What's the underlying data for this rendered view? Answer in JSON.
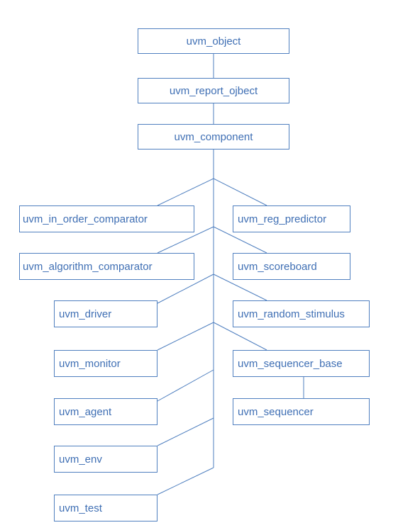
{
  "nodes": {
    "uvm_object": "uvm_object",
    "uvm_report_object": "uvm_report_ojbect",
    "uvm_component": "uvm_component",
    "uvm_in_order_comparator": "uvm_in_order_comparator",
    "uvm_reg_predictor": "uvm_reg_predictor",
    "uvm_algorithm_comparator": "uvm_algorithm_comparator",
    "uvm_scoreboard": "uvm_scoreboard",
    "uvm_driver": "uvm_driver",
    "uvm_random_stimulus": "uvm_random_stimulus",
    "uvm_monitor": "uvm_monitor",
    "uvm_sequencer_base": "uvm_sequencer_base",
    "uvm_agent": "uvm_agent",
    "uvm_sequencer": "uvm_sequencer",
    "uvm_env": "uvm_env",
    "uvm_test": "uvm_test"
  },
  "colors": {
    "line": "#4f7fbf",
    "text": "#3f6fb4",
    "box_border": "#4f7fbf",
    "background": "#ffffff"
  }
}
